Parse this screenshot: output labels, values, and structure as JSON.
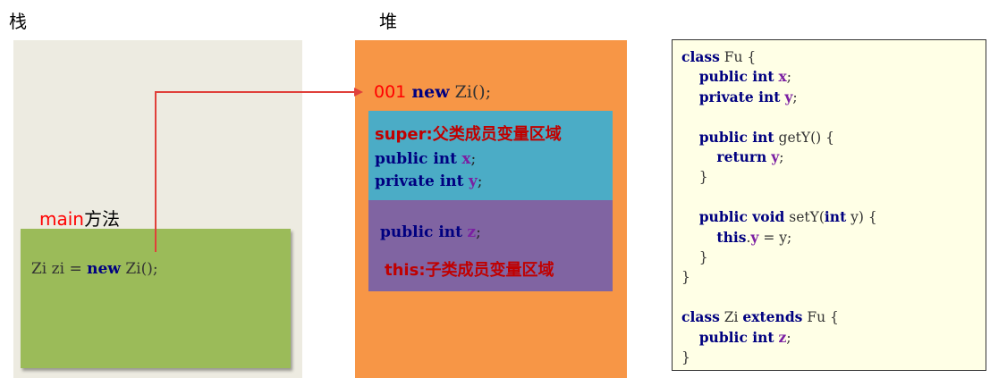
{
  "stack_title": "栈",
  "heap_title": "堆",
  "main_label_kw": "main",
  "main_label_rest": "方法",
  "main_code": {
    "decl": "Zi zi = ",
    "new_kw": "new",
    "call": " Zi();"
  },
  "heap": {
    "address": "001",
    "new_kw": "new",
    "call": " Zi();",
    "super_label_kw": "super",
    "super_label_rest": ":父类成员变量区域",
    "super_line1_kw": "public int",
    "super_line1_var": "x",
    "super_line2_kw": "private int",
    "super_line2_var": "y",
    "this_line_kw": "public int",
    "this_line_var": "z",
    "this_label_kw": "this",
    "this_label_rest": ":子类成员变量区域"
  },
  "code_panel": {
    "l1_kw": "class",
    "l1_rest": " Fu {",
    "l2_kw": "public int",
    "l2_var": "x",
    "l3_kw": "private int",
    "l3_var": "y",
    "l4_kw": "public int",
    "l4_rest": " getY() {",
    "l5_kw": "return",
    "l5_var": "y",
    "l6": "}",
    "l7_kw1": "public void",
    "l7_mid": " setY(",
    "l7_kw2": "int",
    "l7_end": " y) {",
    "l8_kw": "this",
    "l8_var": "y",
    "l8_rest": " = y;",
    "l9": "}",
    "l10": "}",
    "l11_kw1": "class",
    "l11_mid": " Zi ",
    "l11_kw2": "extends",
    "l11_end": " Fu {",
    "l12_kw": "public int",
    "l12_var": "z",
    "l13": "}"
  },
  "colors": {
    "stack_bg": "#edebe1",
    "main_box": "#9bbb59",
    "heap_bg": "#f79646",
    "super_box": "#4bacc6",
    "this_box": "#8064a2",
    "code_panel_bg": "#ffffe6",
    "arrow": "#e0403a",
    "keyword": "#000080",
    "variable": "#7b1fa2",
    "label_red": "#c00000"
  }
}
